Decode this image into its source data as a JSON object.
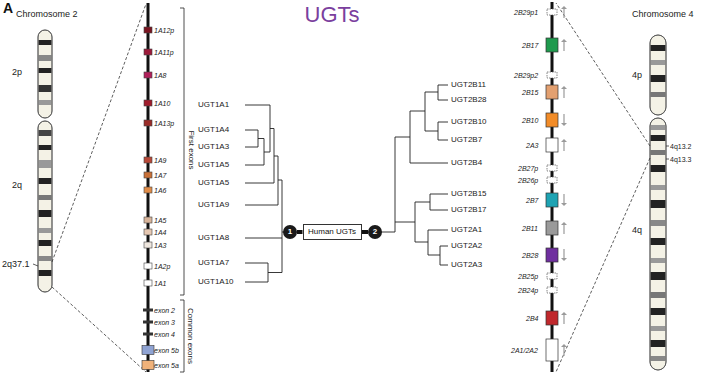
{
  "diagram": {
    "title": "UGTs",
    "nodes": [
      {
        "text": [
          "1"
        ]
      },
      {
        "text": [
          "Human UGTs"
        ]
      },
      {
        "text": [
          "2"
        ]
      }
    ],
    "edges": [
      {
        "from": 1,
        "to": 0,
        "arrow": "none"
      },
      {
        "from": 1,
        "to": 2,
        "arrow": "none"
      }
    ],
    "labels": [
      "A",
      "Chromosome 2",
      "2p",
      "2q",
      "2q37.1",
      "1A12p",
      "1A11p",
      "1A8",
      "1A10",
      "1A13p",
      "1A9",
      "1A7",
      "1A6",
      "1A5",
      "1A4",
      "1A3",
      "1A2p",
      "1A1",
      "exon 2",
      "exon 3",
      "exon 4",
      "exon 5b",
      "exon 5a",
      "First exons",
      "Common exons",
      "UGT1A1",
      "UGT1A4",
      "UGT1A3",
      "UGT1A5",
      "UGT1A5",
      "UGT1A9",
      "UGT1A8",
      "UGT1A7",
      "UGT1A10",
      "UGT2B11",
      "UGT2B28",
      "UGT2B10",
      "UGT2B7",
      "UGT2B4",
      "UGT2B15",
      "UGT2B17",
      "UGT2A1",
      "UGT2A2",
      "UGT2A3",
      "2B29p1",
      "2B17",
      "2B29p2",
      "2B15",
      "2B10",
      "2A3",
      "2B27p",
      "2B26p",
      "2B7",
      "2B11",
      "2B28",
      "2B25p",
      "2B24p",
      "2B4",
      "2A1/2A2",
      "Chromosome 4",
      "4p",
      "4q",
      "4q13.2",
      "4q13.3"
    ]
  }
}
